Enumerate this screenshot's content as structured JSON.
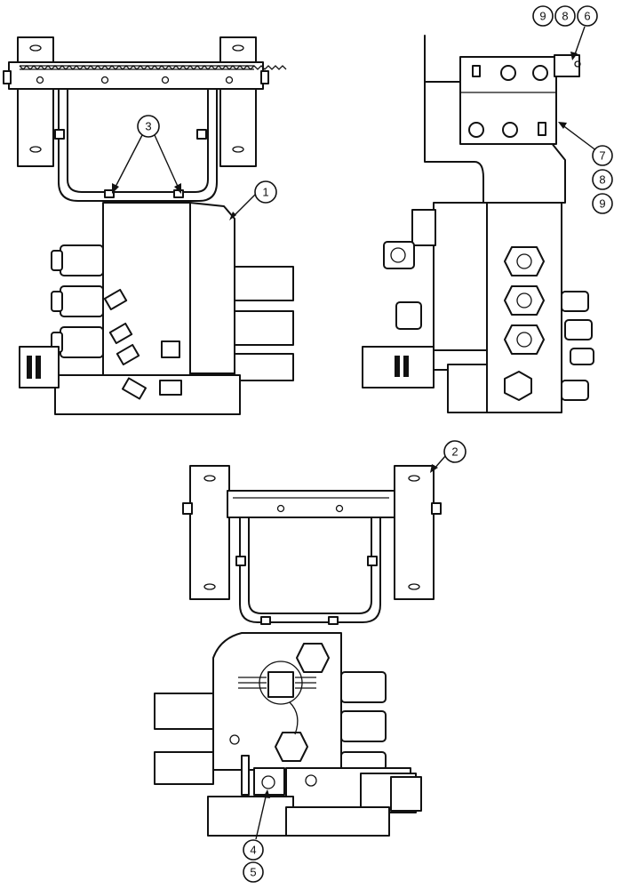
{
  "diagram": {
    "callouts": [
      {
        "id": "c1",
        "label": "1"
      },
      {
        "id": "c2",
        "label": "2"
      },
      {
        "id": "c3",
        "label": "3"
      },
      {
        "id": "c4",
        "label": "4"
      },
      {
        "id": "c5",
        "label": "5"
      },
      {
        "id": "c6",
        "label": "6"
      },
      {
        "id": "c7",
        "label": "7"
      },
      {
        "id": "c8a",
        "label": "8"
      },
      {
        "id": "c8b",
        "label": "8"
      },
      {
        "id": "c9a",
        "label": "9"
      },
      {
        "id": "c9b",
        "label": "9"
      }
    ]
  }
}
